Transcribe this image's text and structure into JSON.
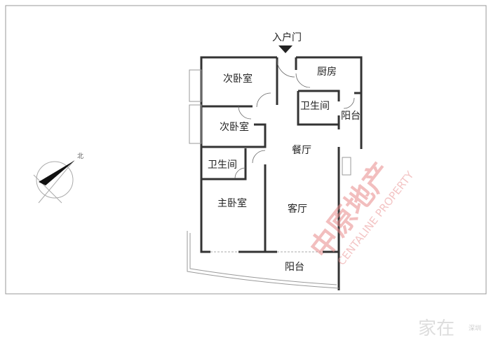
{
  "entrance_label": "入户门",
  "rooms": {
    "bedroom_2a": "次卧室",
    "bedroom_2b": "次卧室",
    "bathroom_left": "卫生间",
    "master_bedroom": "主卧室",
    "kitchen": "厨房",
    "bathroom_right": "卫生间",
    "balcony_small": "阳台",
    "dining_room": "餐厅",
    "living_room": "客厅",
    "balcony_main": "阳台"
  },
  "compass_label": "北",
  "watermark": {
    "cn": "中原地产",
    "en": "CENTALINE PROPERTY"
  },
  "corner_watermark": {
    "cn": "家在",
    "city": "深圳"
  }
}
